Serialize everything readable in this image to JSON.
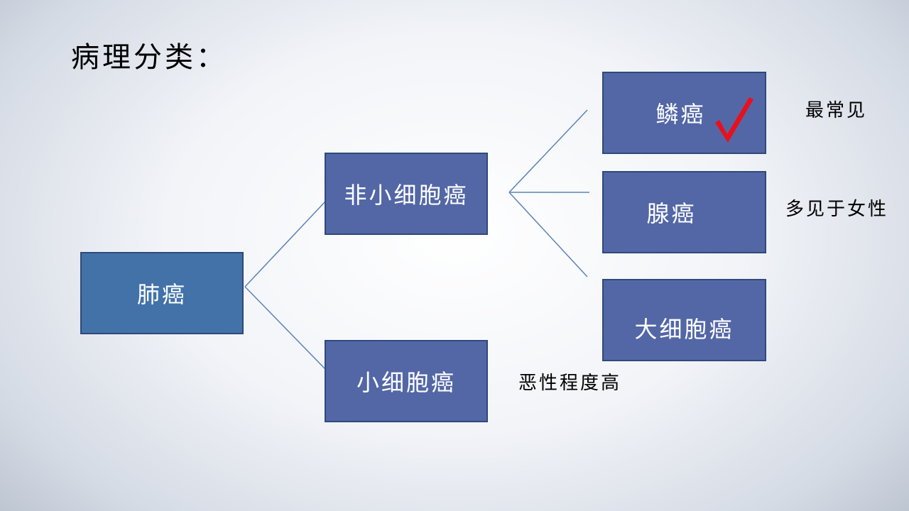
{
  "title": "病理分类：",
  "nodes": {
    "root": "肺癌",
    "nsclc": "非小细胞癌",
    "sclc": "小细胞癌",
    "squamous": "鳞癌",
    "adeno": "腺癌",
    "large_cell": "大细胞癌"
  },
  "notes": {
    "squamous": "最常见",
    "adeno": "多见于女性",
    "sclc": "恶性程度高"
  },
  "marks": {
    "squamous_check_icon": "red-check-icon"
  },
  "colors": {
    "root_box": "#4272a8",
    "node_box": "#5367a6",
    "box_border": "#2e4a7a",
    "connector": "#5a82b8",
    "check": "#e8101c"
  }
}
